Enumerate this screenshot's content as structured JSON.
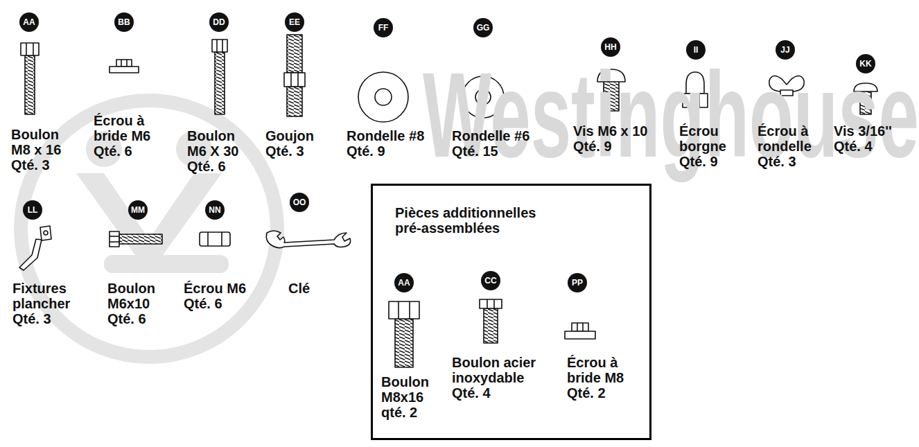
{
  "diagram": {
    "nodes": [
      {
        "text": [
          "Pièces additionnelles pré-assemblées"
        ]
      }
    ],
    "labels": [
      "AA",
      "Boulon M8 x 16",
      "Qté. 3",
      "BB",
      "Écrou à bride M6",
      "Qté. 6",
      "DD",
      "Boulon M6 X 30",
      "Qté. 6",
      "EE",
      "Goujon",
      "Qté. 3",
      "FF",
      "Rondelle #8",
      "Qté. 9",
      "GG",
      "Rondelle #6",
      "Qté. 15",
      "HH",
      "Vis M6 x 10",
      "Qté. 9",
      "II",
      "Écrou borgne",
      "Qté. 9",
      "JJ",
      "Écrou à rondelle",
      "Qté. 3",
      "KK",
      "Vis 3/16''",
      "Qté. 4",
      "LL",
      "Fixtures plancher",
      "Qté. 3",
      "MM",
      "Boulon M6x10",
      "Qté. 6",
      "NN",
      "Écrou M6",
      "Qté. 6",
      "OO",
      "Clé",
      "AA",
      "Boulon M8x16",
      "qté. 2",
      "CC",
      "Boulon acier inoxydable",
      "Qté. 4",
      "PP",
      "Écrou à bride M8",
      "Qté. 2",
      "Westinghouse"
    ]
  }
}
